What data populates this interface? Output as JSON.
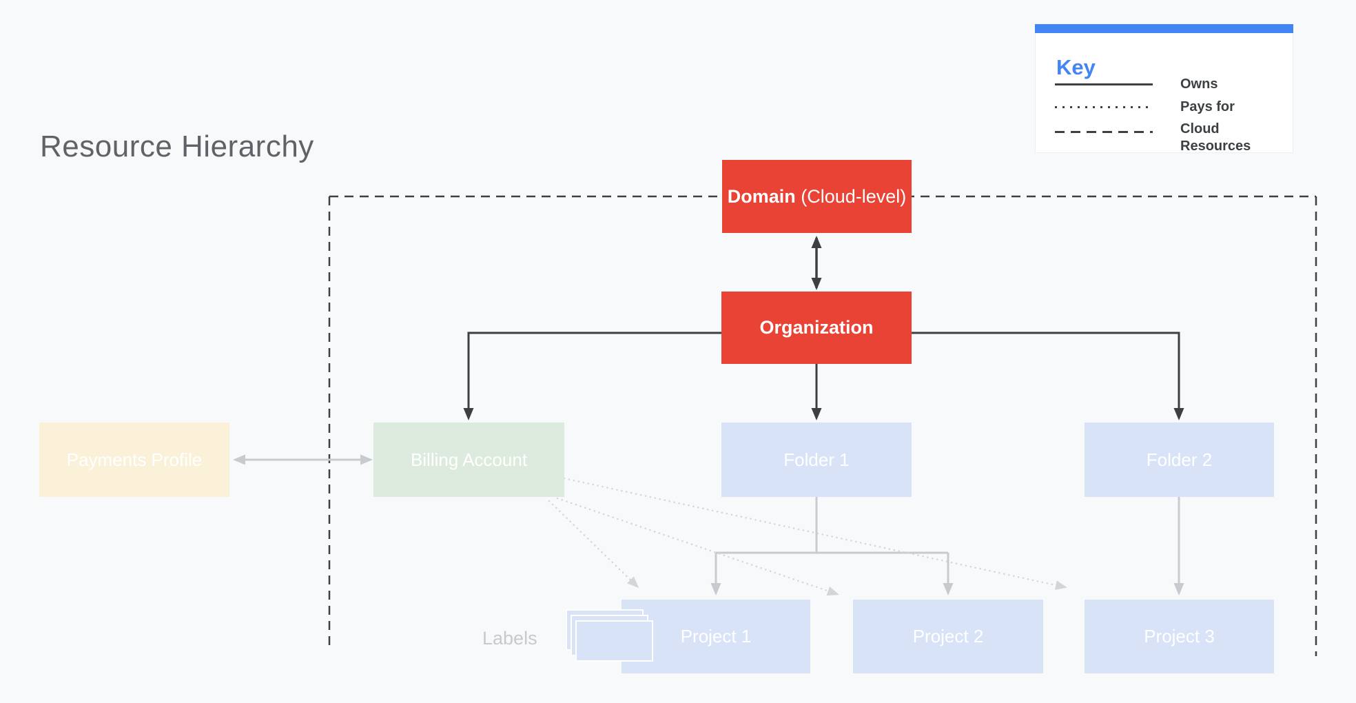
{
  "page": {
    "title": "Resource Hierarchy"
  },
  "key": {
    "title": "Key",
    "items": [
      {
        "style": "solid",
        "label": "Owns"
      },
      {
        "style": "dotted",
        "label": "Pays for"
      },
      {
        "style": "dashed",
        "label": "Cloud Resources"
      }
    ]
  },
  "nodes": {
    "domain": {
      "bold": "Domain",
      "suffix": " (Cloud-level)"
    },
    "organization": {
      "label": "Organization"
    },
    "payments_profile": {
      "label": "Payments Profile"
    },
    "billing_account": {
      "label": "Billing Account"
    },
    "folder1": {
      "label": "Folder 1"
    },
    "folder2": {
      "label": "Folder 2"
    },
    "project1": {
      "label": "Project 1"
    },
    "project2": {
      "label": "Project 2"
    },
    "project3": {
      "label": "Project 3"
    },
    "labels_caption": "Labels"
  },
  "edges": {
    "owns": [
      "Organization→Billing Account",
      "Organization→Folder 1",
      "Organization→Folder 2",
      "Folder 1→Project 1",
      "Folder 1→Project 2",
      "Folder 2→Project 3"
    ],
    "pays_for": [
      "Billing Account→Project 1",
      "Billing Account→Project 2",
      "Billing Account→Project 3"
    ],
    "bidirectional": [
      "Domain↔Organization",
      "Payments Profile↔Billing Account"
    ]
  },
  "colors": {
    "background": "#F8F9FA",
    "red": "#E94335",
    "blue_accent": "#4285F4",
    "light_blue": "#D9E3F8",
    "green": "#DCEBDD",
    "cream": "#FAF1D8",
    "dark_line": "#3C4043",
    "gray_line": "#C7CACE",
    "dotted_line": "#D3D5D9",
    "title_gray": "#5F6368",
    "faded_text": "#C6C9CE"
  }
}
